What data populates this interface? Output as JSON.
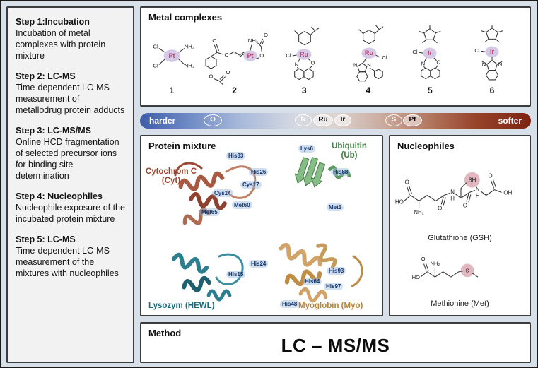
{
  "steps_panel": {
    "steps": [
      {
        "title": "Step 1:Incubation",
        "description": "Incubation of metal complexes with protein mixture"
      },
      {
        "title": "Step 2: LC-MS",
        "description": "Time-dependent LC-MS measurement of metallodrug protein adducts"
      },
      {
        "title": "Step 3: LC-MS/MS",
        "description": "Online HCD fragmentation of selected precursor ions for binding site determination"
      },
      {
        "title": "Step 4: Nucleophiles",
        "description": "Nucleophile exposure of the incubated protein mixture"
      },
      {
        "title": "Step 5: LC-MS",
        "description": "Time-dependent LC-MS measurement of the mixtures with nucleophiles"
      }
    ]
  },
  "metal_complexes": {
    "title": "Metal complexes",
    "highlight_color": "#c2b1dd",
    "compounds": [
      {
        "number": "1",
        "labels": {
          "metal": "Pt",
          "cl1": "Cl",
          "cl2": "Cl",
          "am1": "NH₃",
          "am2": "NH₃"
        }
      },
      {
        "number": "2",
        "labels": {
          "metal": "Pt",
          "carbonyl_o": "O",
          "ester_o": "O",
          "amine": "NH₂",
          "carboxyl_o": "O",
          "chelate_o": "O",
          "acetate_o": "O",
          "acetate_carbonyl_o": "O"
        }
      },
      {
        "number": "3",
        "labels": {
          "metal": "Ru",
          "cl": "Cl",
          "n": "N",
          "o": "O"
        }
      },
      {
        "number": "4",
        "labels": {
          "metal": "Ru",
          "cl": "Cl",
          "n1": "N",
          "n2": "N"
        }
      },
      {
        "number": "5",
        "labels": {
          "metal": "Ir",
          "cl": "Cl",
          "n": "N",
          "o": "O"
        }
      },
      {
        "number": "6",
        "labels": {
          "metal": "Ir",
          "cl": "Cl",
          "n1": "N",
          "n2": "N"
        }
      }
    ]
  },
  "hardness_scale": {
    "left_label": "harder",
    "right_label": "softer",
    "markers": [
      {
        "symbol": "O",
        "type": "donor"
      },
      {
        "symbol": "N",
        "type": "donor"
      },
      {
        "symbol": "Ru",
        "type": "metal"
      },
      {
        "symbol": "Ir",
        "type": "metal"
      },
      {
        "symbol": "S",
        "type": "donor"
      },
      {
        "symbol": "Pt",
        "type": "metal"
      }
    ]
  },
  "protein_mixture": {
    "title": "Protein mixture",
    "proteins": {
      "cyt": {
        "name_line1": "Cytochrom C",
        "name_line2": "(Cyt)",
        "color": "#9c4429"
      },
      "ub": {
        "name_line1": "Ubiquitin",
        "name_line2": "(Ub)",
        "color": "#3f7d3f"
      },
      "hewl": {
        "name": "Lysozym (HEWL)",
        "color": "#176a80"
      },
      "myo": {
        "name": "Myoglobin (Myo)",
        "color": "#b8863b"
      }
    },
    "residues": [
      "His33",
      "His26",
      "Lys6",
      "His68",
      "Cys14",
      "Cys17",
      "Met60",
      "Met65",
      "Met1",
      "His15",
      "His24",
      "His64",
      "His93",
      "His97",
      "His48"
    ]
  },
  "nucleophiles": {
    "title": "Nucleophiles",
    "highlight_color": "#dcaab5",
    "gsh": {
      "caption": "Glutathione (GSH)",
      "labels": {
        "ho": "HO",
        "o1": "O",
        "nh2": "NH₂",
        "o2": "O",
        "n1": "N",
        "h1": "H",
        "sh": "SH",
        "o3": "O",
        "n2": "N",
        "h2": "H",
        "o4": "O",
        "oh": "OH"
      }
    },
    "met": {
      "caption": "Methionine (Met)",
      "labels": {
        "ho": "HO",
        "o": "O",
        "nh2": "NH₂",
        "s": "S"
      }
    }
  },
  "method": {
    "title": "Method",
    "value": "LC – MS/MS"
  }
}
